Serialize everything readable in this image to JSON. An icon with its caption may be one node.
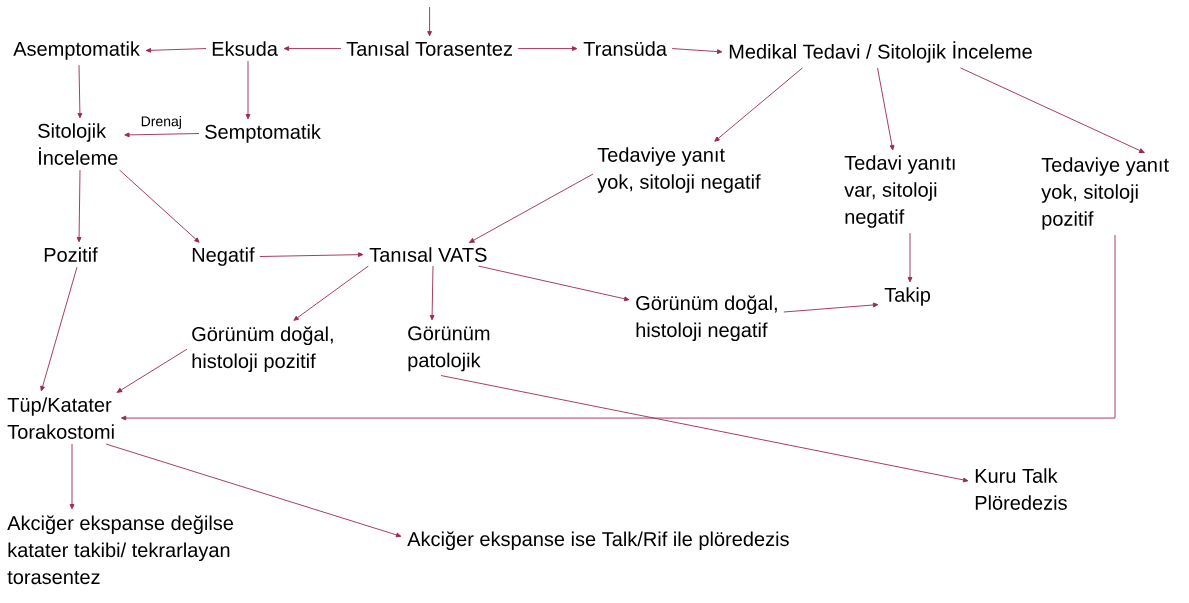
{
  "diagram": {
    "nodes": [
      {
        "text": [
          "Tanısal Torasentez"
        ]
      },
      {
        "text": [
          "Eksuda"
        ]
      },
      {
        "text": [
          "Asemptomatik"
        ]
      },
      {
        "text": [
          "Transüda"
        ]
      },
      {
        "text": [
          "Medikal Tedavi / Sitolojik İnceleme"
        ]
      },
      {
        "text": [
          "Semptomatik"
        ]
      },
      {
        "text": [
          "Sitolojik İnceleme"
        ]
      },
      {
        "text": [
          "Tedaviye yanıt yok, sitoloji negatif"
        ]
      },
      {
        "text": [
          "Tedavi yanıtı var, sitoloji negatif"
        ]
      },
      {
        "text": [
          "Tedaviye yanıt yok, sitoloji pozitif"
        ]
      },
      {
        "text": [
          "Pozitif"
        ]
      },
      {
        "text": [
          "Negatif"
        ]
      },
      {
        "text": [
          "Tanısal VATS"
        ]
      },
      {
        "text": [
          "Görünüm doğal, histoloji pozitif"
        ]
      },
      {
        "text": [
          "Görünüm patolojik"
        ]
      },
      {
        "text": [
          "Görünüm doğal, histoloji negatif"
        ]
      },
      {
        "text": [
          "Takip"
        ]
      },
      {
        "text": [
          "Tüp/Katater Torakostomi"
        ]
      },
      {
        "text": [
          "Akciğer ekspanse değilse katater takibi/ tekrarlayan torasentez"
        ]
      },
      {
        "text": [
          "Akciğer ekspanse ise Talk/Rif ile plöredezis"
        ]
      },
      {
        "text": [
          "Kuru Talk Plöredezis"
        ]
      }
    ],
    "edges": [
      {
        "from": null,
        "to": 0,
        "arrow": "to"
      },
      {
        "from": 0,
        "to": 1,
        "arrow": "to"
      },
      {
        "from": 1,
        "to": 2,
        "arrow": "to"
      },
      {
        "from": 0,
        "to": 3,
        "arrow": "to"
      },
      {
        "from": 3,
        "to": 4,
        "arrow": "to"
      },
      {
        "from": 2,
        "to": 6,
        "arrow": "to"
      },
      {
        "from": 1,
        "to": 5,
        "arrow": "to"
      },
      {
        "from": 5,
        "to": 6,
        "arrow": "to",
        "label": "Drenaj"
      },
      {
        "from": 4,
        "to": 7,
        "arrow": "to"
      },
      {
        "from": 4,
        "to": 8,
        "arrow": "to"
      },
      {
        "from": 4,
        "to": 9,
        "arrow": "to"
      },
      {
        "from": 6,
        "to": 10,
        "arrow": "to"
      },
      {
        "from": 6,
        "to": 11,
        "arrow": "to"
      },
      {
        "from": 11,
        "to": 12,
        "arrow": "to"
      },
      {
        "from": 7,
        "to": 12,
        "arrow": "to"
      },
      {
        "from": 12,
        "to": 13,
        "arrow": "to"
      },
      {
        "from": 12,
        "to": 14,
        "arrow": "to"
      },
      {
        "from": 12,
        "to": 15,
        "arrow": "to"
      },
      {
        "from": 8,
        "to": 16,
        "arrow": "to"
      },
      {
        "from": 15,
        "to": 16,
        "arrow": "to"
      },
      {
        "from": 10,
        "to": 17,
        "arrow": "to"
      },
      {
        "from": 13,
        "to": 17,
        "arrow": "to"
      },
      {
        "from": 9,
        "to": 17,
        "arrow": "to"
      },
      {
        "from": 14,
        "to": 20,
        "arrow": "to"
      },
      {
        "from": 17,
        "to": 18,
        "arrow": "to"
      },
      {
        "from": 17,
        "to": 19,
        "arrow": "to"
      }
    ]
  }
}
